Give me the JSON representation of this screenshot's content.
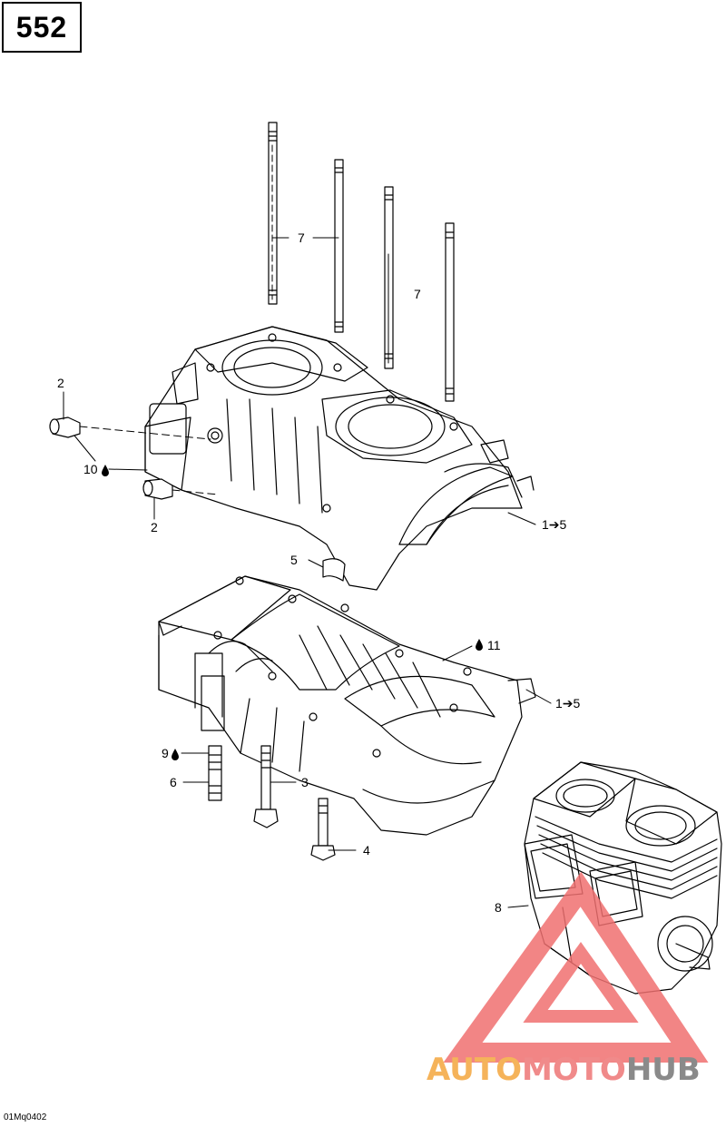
{
  "page_number": "552",
  "figure_ref": "01Mq0402",
  "callouts": {
    "c7a": "7",
    "c7b": "7",
    "c2a": "2",
    "c10": "10",
    "c2b": "2",
    "c15a": "1➔5",
    "c5": "5",
    "c11": "11",
    "c15b": "1➔5",
    "c9": "9",
    "c6": "6",
    "c3": "3",
    "c4": "4",
    "c8": "8"
  },
  "watermark": {
    "part1": "AUTO",
    "part2": "MOTO",
    "part3": "HUB",
    "color1": "#f5b35a",
    "color2": "#f08a8a",
    "color3": "#8a8a8a"
  },
  "icons": [
    "oil-drop-icon",
    "arrow-right-icon"
  ]
}
